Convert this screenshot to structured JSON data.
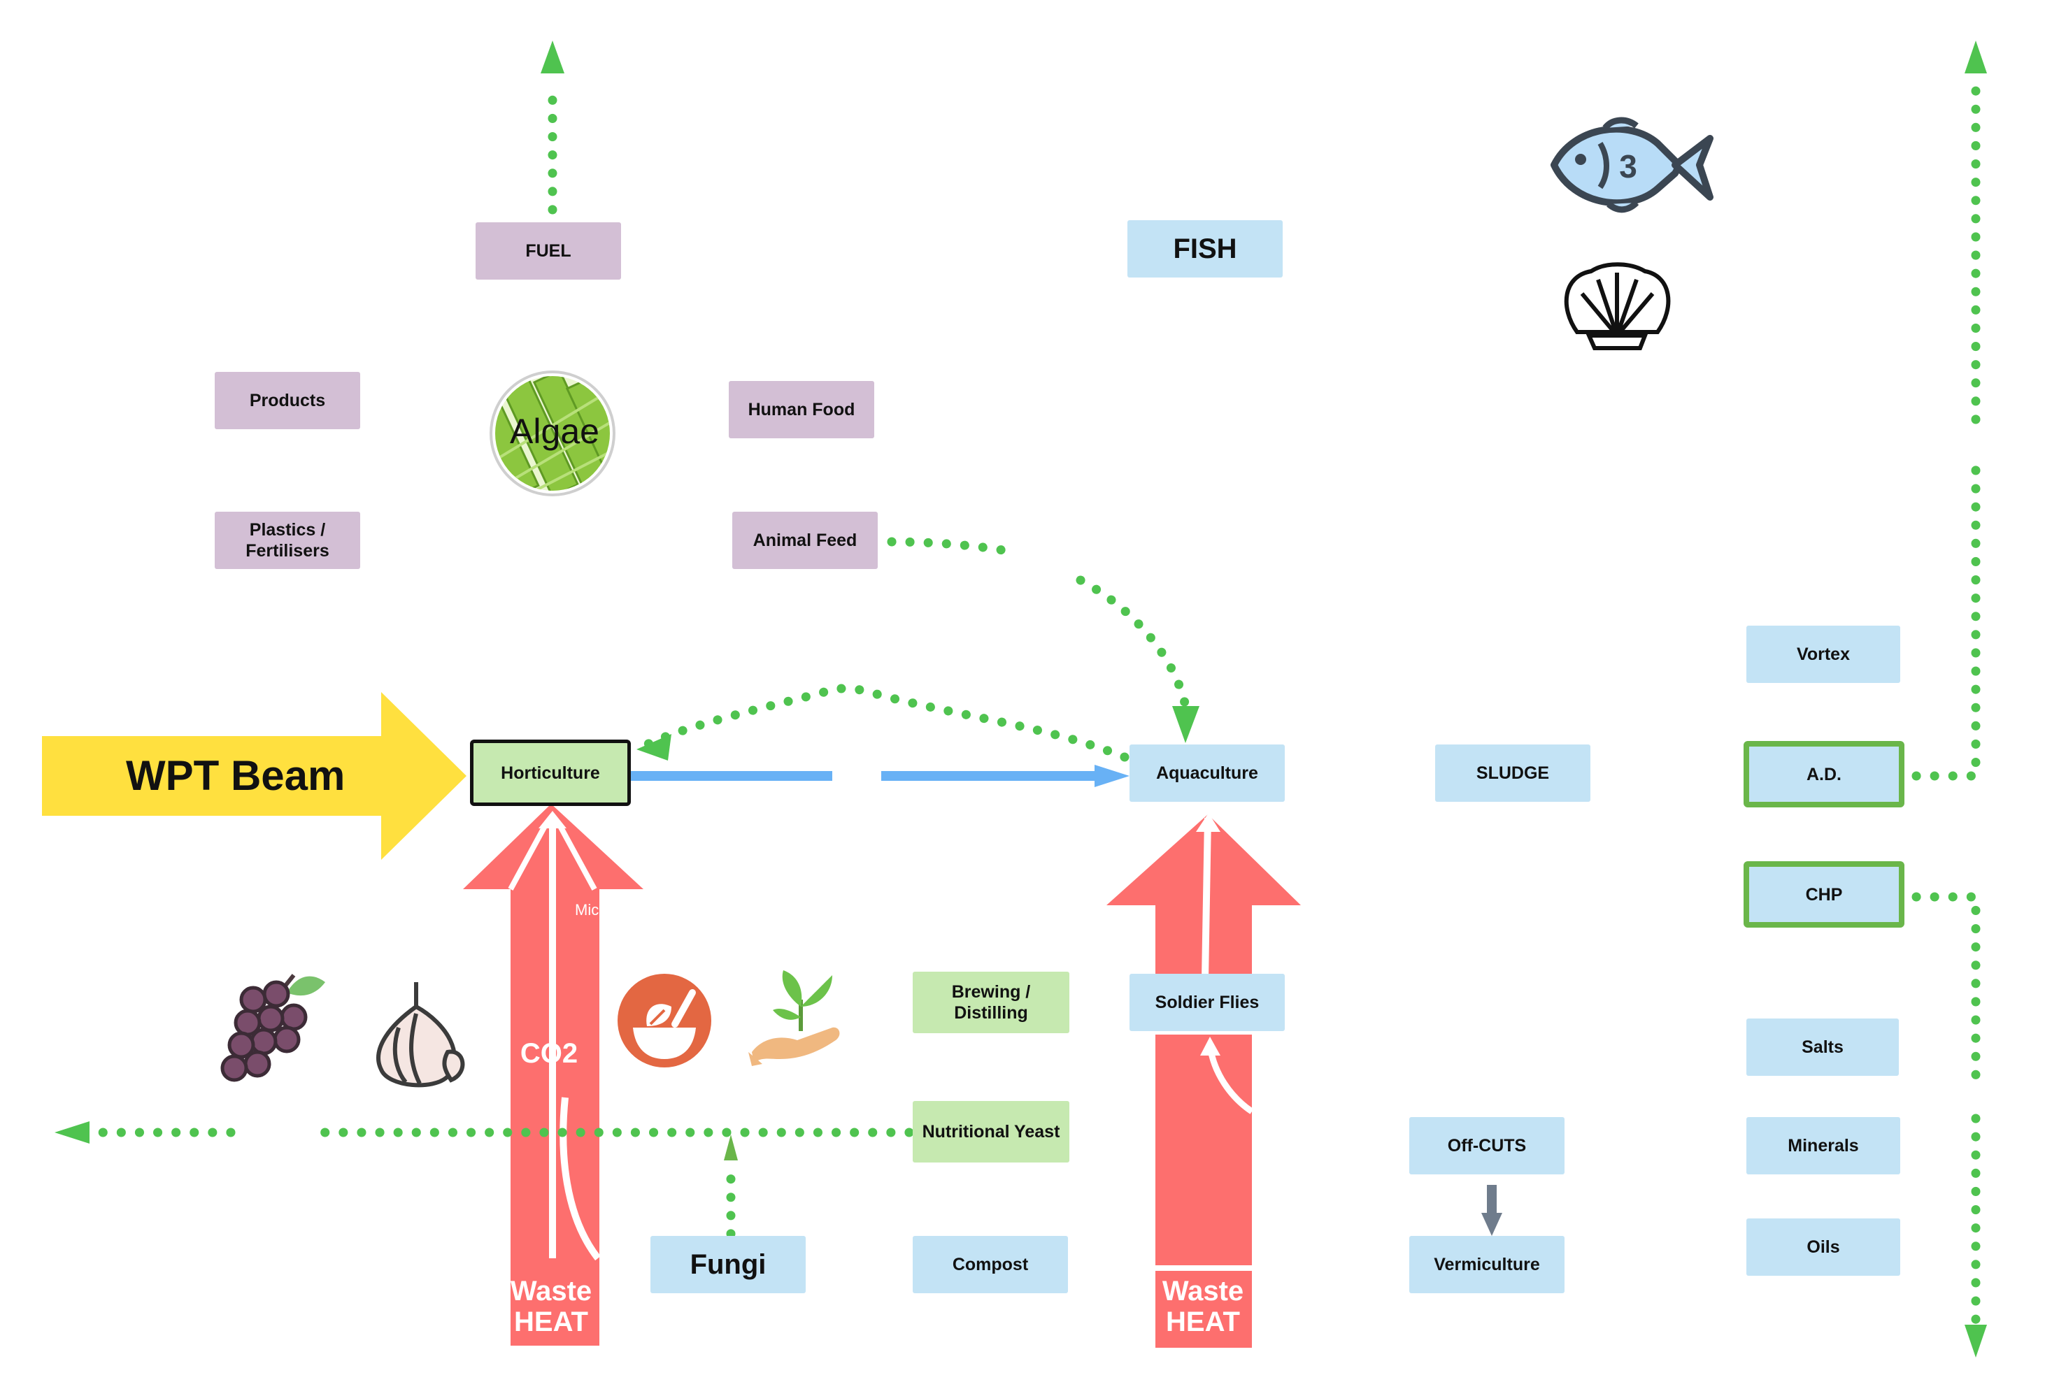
{
  "beam": {
    "label": "WPT Beam"
  },
  "algae": {
    "label": "Algae"
  },
  "nodes": {
    "fuel": "FUEL",
    "fish": "FISH",
    "products": "Products",
    "human_food": "Human Food",
    "plastics": "Plastics /\nFertilisers",
    "animal_feed": "Animal Feed",
    "vortex": "Vortex",
    "horticulture": "Horticulture",
    "aquaculture": "Aquaculture",
    "sludge": "SLUDGE",
    "ad": "A.D.",
    "chp": "CHP",
    "brewing": "Brewing /\nDistilling",
    "soldier_flies": "Soldier Flies",
    "salts": "Salts",
    "nutritional_yeast": "Nutritional Yeast",
    "offcuts": "Off-CUTS",
    "minerals": "Minerals",
    "fungi": "Fungi",
    "compost": "Compost",
    "vermiculture": "Vermiculture",
    "oils": "Oils"
  },
  "heat_labels": {
    "co2": "CO2",
    "waste_heat_left": "Waste\nHEAT",
    "waste_heat_right": "Waste\nHEAT",
    "mic_fragment": "Mic"
  },
  "icons": [
    "fish-icon",
    "shell-icon",
    "grapes-icon",
    "garlic-icon",
    "mortar-herb-icon",
    "seedling-hand-icon"
  ],
  "colors": {
    "beam": "#ffe03f",
    "purple_box": "#d3bfd5",
    "blue_box": "#c3e3f5",
    "green_box": "#c6e9b0",
    "heat_arrow": "#fd6f6e",
    "flow_arrow": "#68b1f5",
    "dotted_flow": "#4fc34f",
    "outline_green": "#6ab64a"
  }
}
